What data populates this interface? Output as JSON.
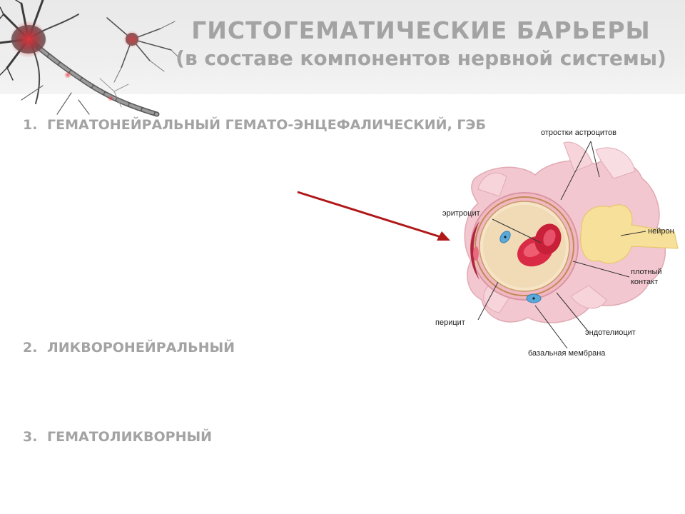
{
  "title": {
    "line1": "ГИСТОГЕМАТИЧЕСКИЕ  БАРЬЕРЫ",
    "line2": "(в составе компонентов нервной системы)"
  },
  "barriers": [
    {
      "number": "1.",
      "label": "ГЕМАТОНЕЙРАЛЬНЫЙ  ГЕМАТО-ЭНЦЕФАЛИЧЕСКИЙ, ГЭБ"
    },
    {
      "number": "2.",
      "label": "ЛИКВОРОНЕЙРАЛЬНЫЙ"
    },
    {
      "number": "3.",
      "label": "ГЕМАТОЛИКВОРНЫЙ"
    }
  ],
  "diagram_labels": {
    "astrocytes": "отростки астроцитов",
    "neuron": "нейрон",
    "erythrocyte": "эритроцит",
    "tight_junction_1": "плотный",
    "tight_junction_2": "контакт",
    "pericyte": "перицит",
    "endothelium": "эндотелиоцит",
    "basal_membrane": "базальная мембрана"
  },
  "colors": {
    "title": "#a3a3a3",
    "arrow": "#b01818",
    "tissue_pink": "#f3c7cf",
    "erythrocyte_red": "#d92b46",
    "neuron_yellow": "#f7e09a",
    "nucleus_blue": "#5aa9d8"
  },
  "icons": {
    "header_art": "neuron-illustration",
    "pointer": "red-arrow"
  }
}
